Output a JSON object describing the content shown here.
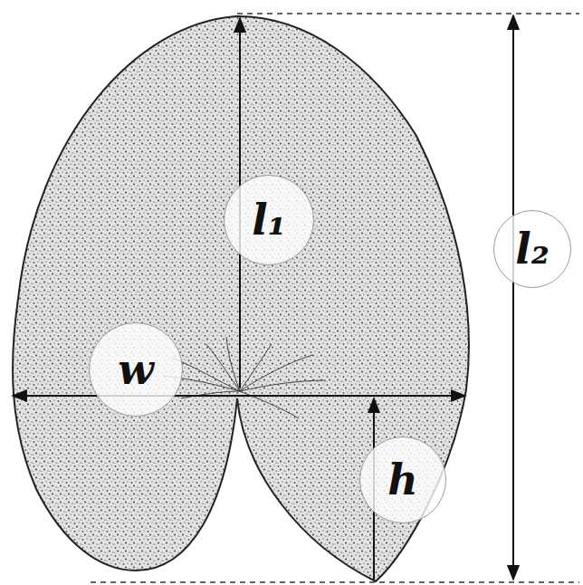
{
  "diagram": {
    "nodes": [
      {
        "text": [
          "l₁"
        ]
      },
      {
        "text": [
          "l₂"
        ]
      },
      {
        "text": [
          "w"
        ]
      },
      {
        "text": [
          "h"
        ]
      }
    ]
  }
}
